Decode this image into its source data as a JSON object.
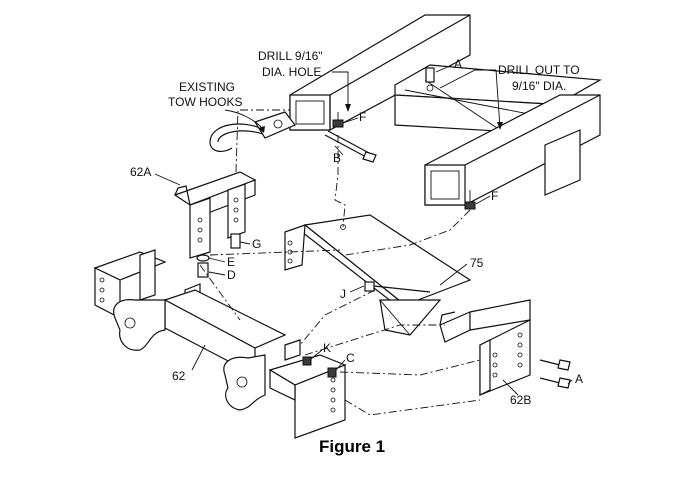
{
  "labels": {
    "drill_916_line1": "DRILL 9/16\"",
    "drill_916_line2": "DIA. HOLE",
    "existing_line1": "EXISTING",
    "existing_line2": "TOW HOOKS",
    "drill_out_line1": "DRILL OUT TO",
    "drill_out_line2": "9/16\" DIA.",
    "A_top": "A",
    "A_right": "A",
    "F_left": "F",
    "F_right": "F",
    "B": "B",
    "G": "G",
    "E": "E",
    "D": "D",
    "J": "J",
    "K": "K",
    "C": "C",
    "part_62A": "62A",
    "part_75": "75",
    "part_62": "62",
    "part_62B": "62B"
  },
  "caption": "Figure 1"
}
